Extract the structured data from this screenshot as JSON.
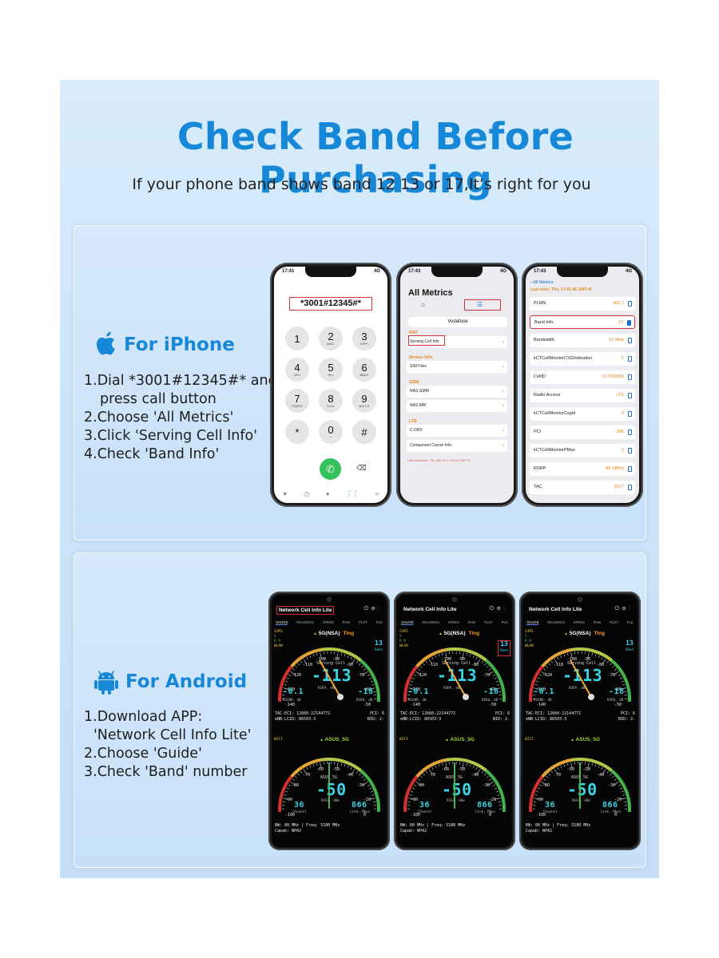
{
  "title": "Check Band Before Purchasing",
  "subtitle": "If your phone band shows band 12 13 or 17,It’s right for you",
  "colors": {
    "accent": "#1787d8",
    "highlight": "#d0343b",
    "orange": "#e08a1e",
    "gauge_cyan": "#37d5e6"
  },
  "iphone": {
    "heading": "For iPhone",
    "steps": [
      "1.Dial *3001#12345#* and",
      "press call button",
      "2.Choose 'All Metrics'",
      "3.Click 'Serving Cell Info'",
      "4.Check 'Band Info'"
    ],
    "dialer": {
      "time": "17:41",
      "network": "4G",
      "number": "*3001#12345#*",
      "keys": [
        {
          "d": "1",
          "l": ""
        },
        {
          "d": "2",
          "l": "ABC"
        },
        {
          "d": "3",
          "l": "DEF"
        },
        {
          "d": "4",
          "l": "GHI"
        },
        {
          "d": "5",
          "l": "JKL"
        },
        {
          "d": "6",
          "l": "MNO"
        },
        {
          "d": "7",
          "l": "PQRS"
        },
        {
          "d": "8",
          "l": "TUV"
        },
        {
          "d": "9",
          "l": "WXYZ"
        },
        {
          "d": "*",
          "l": ""
        },
        {
          "d": "0",
          "l": "+"
        },
        {
          "d": "#",
          "l": ""
        }
      ]
    },
    "metrics": {
      "time": "17:43",
      "network": "4G",
      "title": "All Metrics",
      "carrier": "Vodafone",
      "sections": [
        {
          "name": "RAT",
          "rows": [
            "Serving Cell Info"
          ]
        },
        {
          "name": "Device Info",
          "rows": [
            "SIM Files"
          ]
        },
        {
          "name": "GSM",
          "rows": [
            "NAS GMM",
            "NAS MM"
          ]
        },
        {
          "name": "LTE",
          "rows": [
            "C-DRX",
            "Component Carrier Info"
          ]
        }
      ],
      "footer": "Last refreshed: Thu, 05-29 17:43:46 GMT+8"
    },
    "band_info": {
      "time": "17:43",
      "network": "4G",
      "back": "All Metrics",
      "last_seen": "Last seen: Thu, 17:41:46 GMT+8",
      "rows": [
        {
          "k": "PLMN",
          "v": "460 1"
        },
        {
          "k": "Band Info",
          "v": "13",
          "hl": true
        },
        {
          "k": "Bandwidth",
          "v": "10 MHz"
        },
        {
          "k": "kCTCellMonitorCSGIndication",
          "v": "0"
        },
        {
          "k": "CellID",
          "v": "117005883"
        },
        {
          "k": "Radio Access",
          "v": "LTE"
        },
        {
          "k": "kCTCellMonitorCsgId",
          "v": "0"
        },
        {
          "k": "PCI",
          "v": "388"
        },
        {
          "k": "kCTCellMonitorPMax",
          "v": "0"
        },
        {
          "k": "RSRP",
          "v": "-86 (dBm)"
        },
        {
          "k": "TAC",
          "v": "9517"
        }
      ]
    }
  },
  "android": {
    "heading": "For Android",
    "steps": [
      "1.Download APP:",
      "'Network Cell Info Lite'",
      "2.Choose 'Guide'",
      "3.Check 'Band' number"
    ],
    "app_name": "Network Cell Info Lite",
    "tabs": [
      "GAUGE",
      "READINGS",
      "SPEED",
      "RAW",
      "PLOT",
      "PLE"
    ],
    "sim_label": "SIM1",
    "sim_lines": [
      "S",
      "D R",
      "WLAN"
    ],
    "network": "5G(NSA)",
    "carrier": "Ting",
    "band_value": "13",
    "band_label": "Band",
    "serving_cell": "Serving Cell",
    "rsrp": "-113",
    "rsrp_unit": "RSRP, dBm",
    "rssnr": "-0.1",
    "rssnr_unit": "RSSNR, dB",
    "rsrq": "-18",
    "rsrq_unit": "RSRQ, dB",
    "ticks_cell": [
      "-140",
      "-130",
      "-120",
      "-110",
      "-100",
      "-90",
      "-80",
      "-70",
      "-60",
      "-50"
    ],
    "tac_eci": "TAC-ECI: 12660-22144771",
    "enb": "eNB-LCID: 86503-3",
    "pci": "PCI: 6",
    "nid": "NID: 2-",
    "wifi_tag": "WIFI",
    "wifi_name": "ASUS_5G",
    "wifi_ssid": "ASUS_5G",
    "rssi": "-50",
    "rssi_unit": "RSSI, dBm",
    "channel": "36",
    "channel_label": "Channel",
    "link": "866",
    "link_label": "Link, Mbps",
    "ticks_wifi": [
      "-100",
      "-90",
      "-80",
      "-70",
      "-60",
      "-50",
      "-40",
      "-30",
      "-20",
      "0"
    ],
    "bw": "BW: 80 MHz | Freq: 5180 MHz",
    "capab": "Capab: WPA2"
  }
}
